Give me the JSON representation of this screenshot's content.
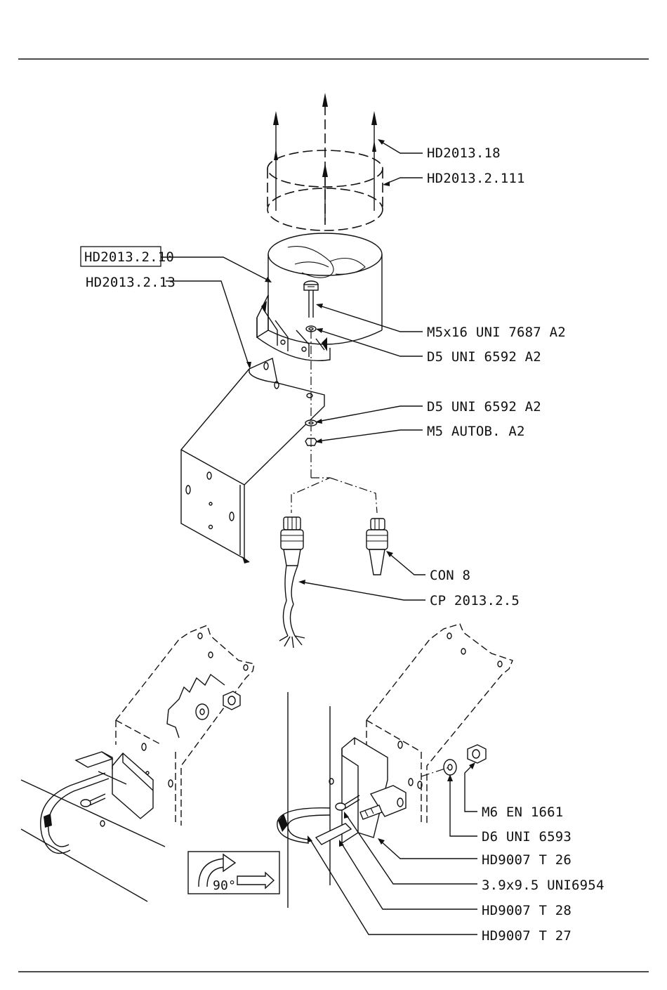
{
  "labels": {
    "hd2013_18": "HD2013.18",
    "hd2013_2_111": "HD2013.2.111",
    "hd2013_2_10": "HD2013.2.10",
    "hd2013_2_13": "HD2013.2.13",
    "m5x16": "M5x16 UNI 7687 A2",
    "d5_upper": "D5 UNI 6592 A2",
    "d5_lower": "D5 UNI 6592 A2",
    "m5_autob": "M5 AUTOB. A2",
    "con8": "CON 8",
    "cp2013": "CP 2013.2.5",
    "m6": "M6 EN 1661",
    "d6": "D6 UNI 6593",
    "hd9007_t26": "HD9007 T 26",
    "screw_39": "3.9x9.5 UNI6954",
    "hd9007_t28": "HD9007 T 28",
    "hd9007_t27": "HD9007 T 27"
  },
  "rotation_box": {
    "angle": "90°"
  }
}
